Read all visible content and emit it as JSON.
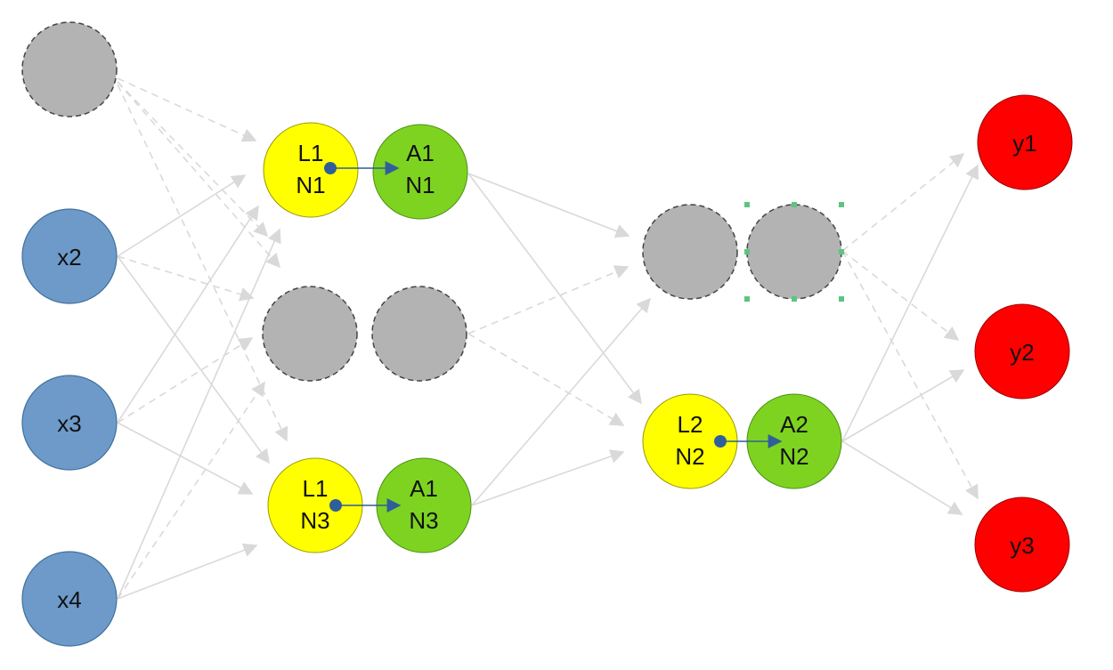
{
  "colors": {
    "input": "#6d9ac9",
    "hidden_linear": "#ffff00",
    "hidden_activation": "#7ed321",
    "output": "#ff0000",
    "dropped": "#b3b3b3",
    "edge": "#d9d9d9",
    "handle": "#5fc47f",
    "connector": "#2f5f9a"
  },
  "nodes": {
    "input_x2": "x2",
    "input_x3": "x3",
    "input_x4": "x4",
    "l1n1": [
      "L1",
      "N1"
    ],
    "a1n1": [
      "A1",
      "N1"
    ],
    "l1n3": [
      "L1",
      "N3"
    ],
    "a1n3": [
      "A1",
      "N3"
    ],
    "l2n2": [
      "L2",
      "N2"
    ],
    "a2n2": [
      "A2",
      "N2"
    ],
    "y1": "y1",
    "y2": "y2",
    "y3": "y3"
  }
}
